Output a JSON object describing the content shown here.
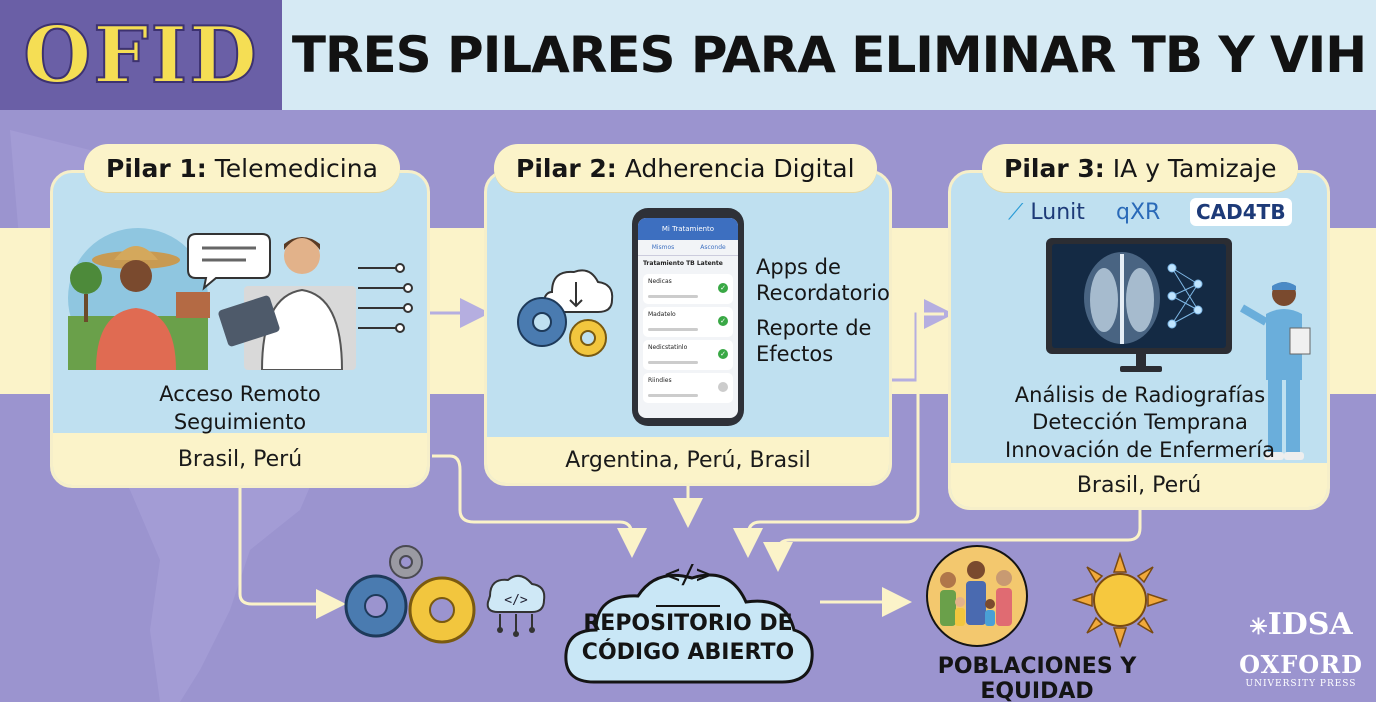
{
  "header": {
    "logo": "OFID",
    "title": "TRES PILARES PARA ELIMINAR TB Y VIH"
  },
  "pillar1": {
    "label_bold": "Pilar 1:",
    "label_rest": "Telemedicina",
    "line1": "Acceso Remoto",
    "line2": "Seguimiento",
    "countries": "Brasil, Perú"
  },
  "pillar2": {
    "label_bold": "Pilar 2:",
    "label_rest": "Adherencia Digital",
    "line1": "Apps de",
    "line2": "Recordatorio",
    "line3": "Reporte de",
    "line4": "Efectos",
    "countries": "Argentina, Perú, Brasil",
    "phone": {
      "title": "Mi Tratamiento",
      "tab1": "Mismos",
      "tab2": "Asconde",
      "subtitle": "Tratamiento TB Latente",
      "rows": [
        "Nedicas",
        "Madatelo",
        "Nedicstatinlo",
        "Riindies"
      ]
    }
  },
  "pillar3": {
    "label_bold": "Pilar 3:",
    "label_rest": "IA y Tamizaje",
    "brand1": "Lunit",
    "brand2": "qXR",
    "brand3": "CAD4TB",
    "line1": "Análisis de Radiografías",
    "line2": "Detección Temprana",
    "line3": "Innovación de Enfermería",
    "countries": "Brasil, Perú"
  },
  "repo": {
    "line1": "REPOSITORIO DE",
    "line2": "CÓDIGO ABIERTO",
    "code_glyph": "</>"
  },
  "poblaciones": "POBLACIONES Y EQUIDAD",
  "footer": {
    "idsa": "IDSA",
    "oxford": "OXFORD",
    "press": "UNIVERSITY PRESS"
  },
  "colors": {
    "background": "#9b94cf",
    "header_logo_bg": "#6a5fa6",
    "header_title_bg": "#d6eaf4",
    "band": "#fbf3c9",
    "panel": "#bfe0f0",
    "arrow": "#fbf3c9",
    "logo_yellow": "#f5de54"
  }
}
